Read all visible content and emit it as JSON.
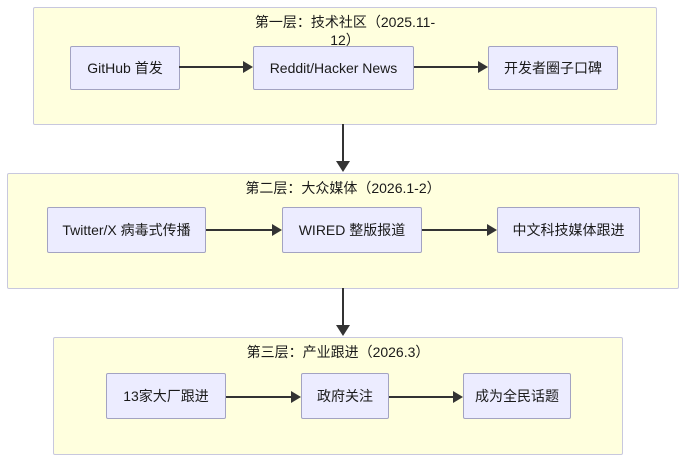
{
  "colors": {
    "page_bg": "#ffffff",
    "layer_fill": "#ffffde",
    "layer_border": "#c8c8de",
    "node_fill": "#ececff",
    "node_border": "#a3a3c2",
    "arrow": "#333333",
    "text": "#1a1a1a"
  },
  "diagram": {
    "layers": [
      {
        "title_lines": [
          "第一层：技术社区（2025.11-",
          "12）"
        ],
        "nodes": [
          "GitHub 首发",
          "Reddit/Hacker News",
          "开发者圈子口碑"
        ]
      },
      {
        "title_lines": [
          "第二层：大众媒体（2026.1-2）"
        ],
        "nodes": [
          "Twitter/X 病毒式传播",
          "WIRED 整版报道",
          "中文科技媒体跟进"
        ]
      },
      {
        "title_lines": [
          "第三层：产业跟进（2026.3）"
        ],
        "nodes": [
          "13家大厂跟进",
          "政府关注",
          "成为全民话题"
        ]
      }
    ]
  }
}
